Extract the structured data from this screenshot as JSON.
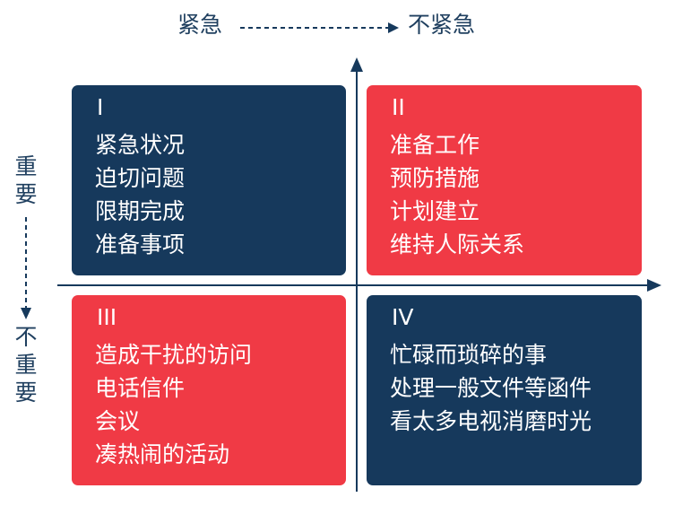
{
  "axis": {
    "top_left": "紧急",
    "top_right": "不紧急",
    "side_top": "重要",
    "side_bottom": "不重要"
  },
  "quadrants": [
    {
      "numeral": "I",
      "color": "#16395c",
      "items": [
        "紧急状况",
        "迫切问题",
        "限期完成",
        "准备事项"
      ]
    },
    {
      "numeral": "II",
      "color": "#f03a45",
      "items": [
        "准备工作",
        "预防措施",
        "计划建立",
        "维持人际关系"
      ]
    },
    {
      "numeral": "III",
      "color": "#f03a45",
      "items": [
        "造成干扰的访问",
        "电话信件",
        "会议",
        "凑热闹的活动"
      ]
    },
    {
      "numeral": "IV",
      "color": "#16395c",
      "items": [
        "忙碌而琐碎的事",
        "处理一般文件等函件",
        "看太多电视消磨时光"
      ]
    }
  ],
  "colors": {
    "navy": "#16395c",
    "red": "#f03a45",
    "axis_text": "#1f3f5f"
  }
}
